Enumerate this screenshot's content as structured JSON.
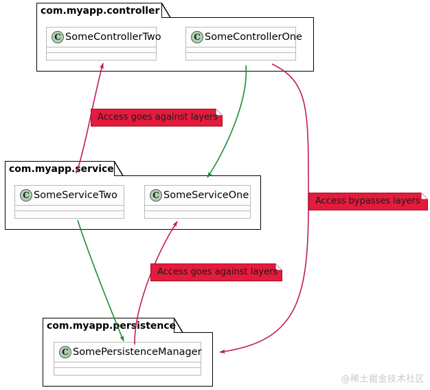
{
  "diagram": {
    "title": "Layered architecture package diagram",
    "background": "#ffffff",
    "colors": {
      "class_icon_fill": "#add1b2",
      "class_icon_stroke": "#5a5a5a",
      "class_border": "#b8b8b8",
      "package_border": "#000000",
      "note_fill": "#e31b3d",
      "note_border": "#a3102a",
      "arrow_violation": "#c2185b",
      "arrow_ok": "#1a8a2e",
      "watermark": "#c9c9c9"
    }
  },
  "packages": [
    {
      "id": "controller",
      "name": "com.myapp.controller",
      "classes": [
        {
          "id": "some-controller-two",
          "name": "SomeControllerTwo",
          "stereotype_icon": "class-icon",
          "stereotype_letter": "C"
        },
        {
          "id": "some-controller-one",
          "name": "SomeControllerOne",
          "stereotype_icon": "class-icon",
          "stereotype_letter": "C"
        }
      ]
    },
    {
      "id": "service",
      "name": "com.myapp.service",
      "classes": [
        {
          "id": "some-service-two",
          "name": "SomeServiceTwo",
          "stereotype_icon": "class-icon",
          "stereotype_letter": "C"
        },
        {
          "id": "some-service-one",
          "name": "SomeServiceOne",
          "stereotype_icon": "class-icon",
          "stereotype_letter": "C"
        }
      ]
    },
    {
      "id": "persistence",
      "name": "com.myapp.persistence",
      "classes": [
        {
          "id": "some-persistence-manager",
          "name": "SomePersistenceManager",
          "stereotype_icon": "class-icon",
          "stereotype_letter": "C"
        }
      ]
    }
  ],
  "notes": [
    {
      "id": "note-against-layers-1",
      "text": "Access goes against layers"
    },
    {
      "id": "note-bypasses-layers",
      "text": "Access bypasses layers"
    },
    {
      "id": "note-against-layers-2",
      "text": "Access goes against layers"
    }
  ],
  "arrows": [
    {
      "id": "service-two-to-controller-two",
      "from": "SomeServiceTwo",
      "to": "SomeControllerTwo",
      "kind": "violation"
    },
    {
      "id": "controller-one-to-service-one",
      "from": "SomeControllerOne",
      "to": "SomeServiceOne",
      "kind": "ok"
    },
    {
      "id": "controller-one-to-persistence-manager",
      "from": "SomeControllerOne",
      "to": "SomePersistenceManager",
      "kind": "violation"
    },
    {
      "id": "service-two-to-persistence-manager",
      "from": "SomeServiceTwo",
      "to": "SomePersistenceManager",
      "kind": "ok"
    },
    {
      "id": "persistence-manager-to-service-one",
      "from": "SomePersistenceManager",
      "to": "SomeServiceOne",
      "kind": "violation"
    }
  ],
  "watermark": {
    "text": "@稀土掘金技术社区"
  }
}
